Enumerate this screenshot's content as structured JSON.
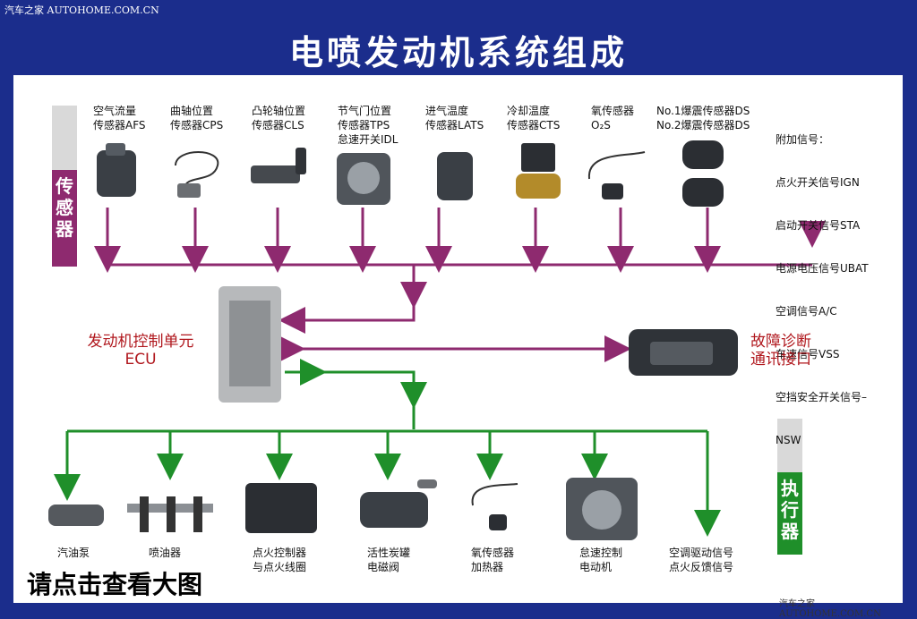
{
  "watermark": {
    "top_left": "汽车之家  AUTOHOME.COM.CN",
    "bottom_right": "汽车之家  AUTOHOME.COM.CN"
  },
  "title": "电喷发动机系统组成",
  "sections": {
    "sensors": "传感器",
    "actuators": "执行器"
  },
  "sensors": [
    {
      "line1": "空气流量",
      "line2": "传感器AFS"
    },
    {
      "line1": "曲轴位置",
      "line2": "传感器CPS"
    },
    {
      "line1": "凸轮轴位置",
      "line2": "传感器CLS"
    },
    {
      "line1": "节气门位置",
      "line2": "传感器TPS",
      "line3": "怠速开关IDL"
    },
    {
      "line1": "进气温度",
      "line2": "传感器LATS"
    },
    {
      "line1": "冷却温度",
      "line2": "传感器CTS"
    },
    {
      "line1": "氧传感器",
      "line2": "O₂S"
    },
    {
      "line1": "No.1爆震传感器DS",
      "line2": "No.2爆震传感器DS"
    }
  ],
  "additional_signals": {
    "heading": "附加信号：",
    "items": [
      "点火开关信号IGN",
      "启动开关信号STA",
      "电源电压信号UBAT",
      "空调信号A/C",
      "车速信号VSS",
      "空挡安全开关信号–",
      "NSW"
    ]
  },
  "ecu": {
    "line1": "发动机控制单元",
    "line2": "ECU"
  },
  "diagnosis": {
    "line1": "故障诊断",
    "line2": "通讯接口"
  },
  "actuators": [
    {
      "line1": "汽油泵"
    },
    {
      "line1": "喷油器"
    },
    {
      "line1": "点火控制器",
      "line2": "与点火线圈"
    },
    {
      "line1": "活性炭罐",
      "line2": "电磁阀"
    },
    {
      "line1": "氧传感器",
      "line2": "加热器"
    },
    {
      "line1": "怠速控制",
      "line2": "电动机"
    },
    {
      "line1": "空调驱动信号",
      "line2": "点火反馈信号"
    }
  ],
  "cta": "请点击查看大图",
  "colors": {
    "background": "#1b2d8c",
    "sensor_line": "#8e2a6f",
    "actuator_line": "#1f8f2a",
    "label_red": "#b0171d"
  }
}
